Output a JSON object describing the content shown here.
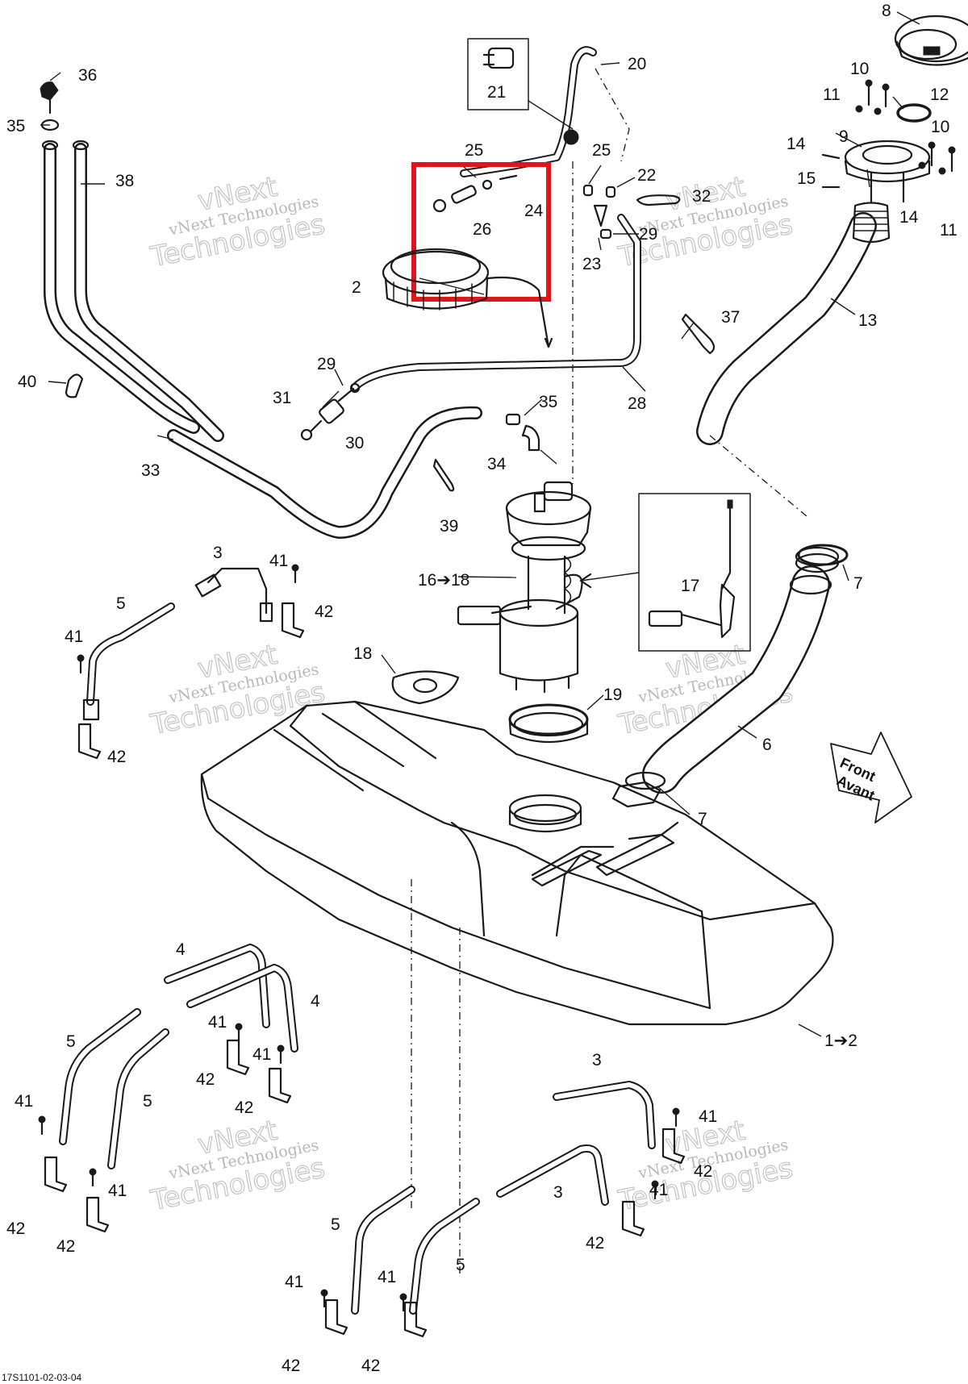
{
  "diagram": {
    "footer_code": "17S1101-02-03-04",
    "direction_arrow": {
      "line1": "Front",
      "line2": "Avant"
    },
    "watermark": {
      "line1": "vNext",
      "line2": "vNext Technologies",
      "line3": "Technologies"
    },
    "highlight_color": "#e0141b",
    "labels": {
      "l1": "1➔2",
      "l2": "2",
      "l3a": "3",
      "l3b": "3",
      "l3c": "3",
      "l4a": "4",
      "l4b": "4",
      "l5a": "5",
      "l5b": "5",
      "l5c": "5",
      "l5d": "5",
      "l5e": "5",
      "l6": "6",
      "l7a": "7",
      "l7b": "7",
      "l8": "8",
      "l9": "9",
      "l10a": "10",
      "l10b": "10",
      "l11a": "11",
      "l11b": "11",
      "l12": "12",
      "l13": "13",
      "l14a": "14",
      "l14b": "14",
      "l15": "15",
      "l16": "16➔18",
      "l17": "17",
      "l18": "18",
      "l19": "19",
      "l20": "20",
      "l21": "21",
      "l22": "22",
      "l23": "23",
      "l24": "24",
      "l25a": "25",
      "l25b": "25",
      "l26": "26",
      "l28": "28",
      "l29a": "29",
      "l29b": "29",
      "l30": "30",
      "l31": "31",
      "l32": "32",
      "l33": "33",
      "l34": "34",
      "l35a": "35",
      "l35b": "35",
      "l36": "36",
      "l37": "37",
      "l38": "38",
      "l39": "39",
      "l40": "40",
      "l41a": "41",
      "l41b": "41",
      "l41c": "41",
      "l41d": "41",
      "l41e": "41",
      "l41f": "41",
      "l41g": "41",
      "l41h": "41",
      "l41i": "41",
      "l41j": "41",
      "l42a": "42",
      "l42b": "42",
      "l42c": "42",
      "l42d": "42",
      "l42e": "42",
      "l42f": "42",
      "l42g": "42",
      "l42h": "42",
      "l42i": "42",
      "l42j": "42"
    }
  }
}
